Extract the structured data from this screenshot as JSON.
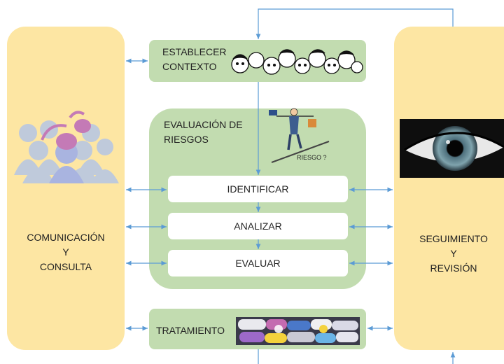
{
  "left_panel": {
    "line1": "COMUNICACIÓN",
    "line2": "Y",
    "line3": "CONSULTA"
  },
  "right_panel": {
    "line1": "SEGUIMIENTO",
    "line2": "Y",
    "line3": "REVISIÓN"
  },
  "context": {
    "line1": "ESTABLECER",
    "line2": "CONTEXTO"
  },
  "evaluation": {
    "line1": "EVALUACIÓN DE",
    "line2": "RIESGOS",
    "risk_caption": "RIESGO ?"
  },
  "steps": {
    "identify": "IDENTIFICAR",
    "analyze": "ANALIZAR",
    "evaluate": "EVALUAR"
  },
  "treatment": {
    "label": "TRATAMIENTO"
  },
  "icons": {
    "people": "people-talking-icon",
    "faces": "crowd-sketch-icon",
    "tightrope": "tightrope-walker-icon",
    "eye": "eye-icon",
    "pills": "pills-icon"
  },
  "colors": {
    "yellow": "#fde6a3",
    "green": "#c2dcb0",
    "arrow": "#5b9bd5"
  }
}
